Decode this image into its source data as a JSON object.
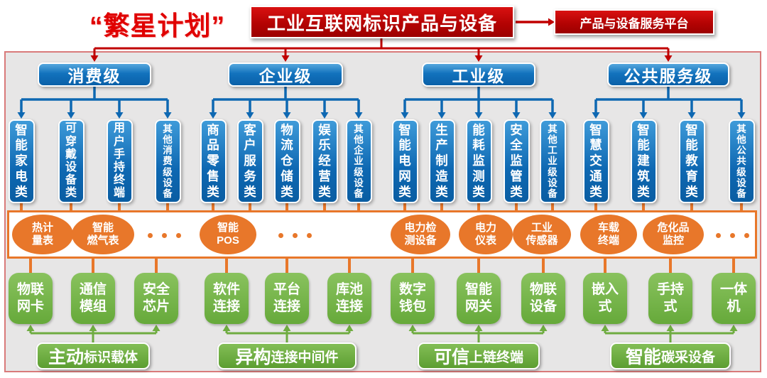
{
  "colors": {
    "red": "#C00000",
    "blue": "#0E68B2",
    "orange": "#E8772A",
    "green": "#6FAC41",
    "area_bg": "#E7E6E6",
    "area_border": "#D97A7A"
  },
  "top": {
    "campaign": "“繁星计划”",
    "title": "工业互联网标识产品与设备",
    "platform": "产品与设备服务平台"
  },
  "levels": [
    {
      "name": "消费级",
      "categories": [
        "智能家电类",
        "可穿戴设备类",
        "用户手持终端",
        "其他消费级设备"
      ]
    },
    {
      "name": "企业级",
      "categories": [
        "商品零售类",
        "客户服务类",
        "物流仓储类",
        "娱乐经营类",
        "其他企业级设备"
      ]
    },
    {
      "name": "工业级",
      "categories": [
        "智能电网类",
        "生产制造类",
        "能耗监测类",
        "安全监管类",
        "其他工业级设备"
      ]
    },
    {
      "name": "公共服务级",
      "categories": [
        "智慧交通类",
        "智能建筑类",
        "智能教育类",
        "其他公共级设备"
      ]
    }
  ],
  "product_band": {
    "items": [
      {
        "type": "ellipse",
        "lines": [
          "热计",
          "量表"
        ]
      },
      {
        "type": "ellipse",
        "lines": [
          "智能",
          "燃气表"
        ]
      },
      {
        "type": "dots"
      },
      {
        "type": "ellipse",
        "lines": [
          "智能",
          "POS"
        ]
      },
      {
        "type": "dots"
      },
      {
        "type": "ellipse",
        "lines": [
          "电力检",
          "测设备"
        ]
      },
      {
        "type": "ellipse",
        "lines": [
          "电力",
          "仪表"
        ]
      },
      {
        "type": "ellipse",
        "lines": [
          "工业",
          "传感器"
        ]
      },
      {
        "type": "ellipse",
        "lines": [
          "车载",
          "终端"
        ]
      },
      {
        "type": "ellipse",
        "lines": [
          "危化品",
          "监控"
        ]
      },
      {
        "type": "dots"
      }
    ]
  },
  "carrier_groups": [
    {
      "devices": [
        [
          "物联",
          "网卡"
        ],
        [
          "通信",
          "模组"
        ],
        [
          "安全",
          "芯片"
        ]
      ],
      "label": {
        "strong": "主动",
        "rest": "标识载体"
      }
    },
    {
      "devices": [
        [
          "软件",
          "连接"
        ],
        [
          "平台",
          "连接"
        ],
        [
          "库池",
          "连接"
        ]
      ],
      "label": {
        "strong": "异构",
        "rest": "连接中间件"
      }
    },
    {
      "devices": [
        [
          "数字",
          "钱包"
        ],
        [
          "智能",
          "网关"
        ],
        [
          "物联",
          "设备"
        ]
      ],
      "label": {
        "strong": "可信",
        "rest": "上链终端"
      }
    },
    {
      "devices": [
        [
          "嵌入",
          "式"
        ],
        [
          "手持",
          "式"
        ],
        [
          "一体",
          "机"
        ]
      ],
      "label": {
        "strong": "智能",
        "rest": "碳采设备"
      }
    }
  ]
}
